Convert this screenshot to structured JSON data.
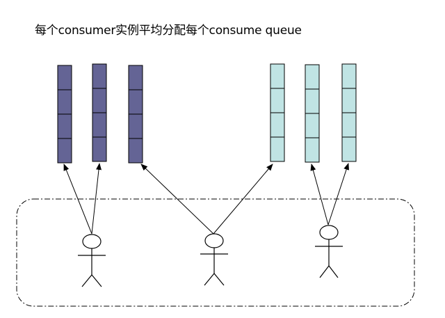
{
  "diagram": {
    "title": "每个consumer实例平均分配每个consume queue",
    "colors": {
      "queue_group_a": "#646495",
      "queue_group_b": "#c0e4e4",
      "stroke": "#000000",
      "background": "#ffffff"
    },
    "queues": [
      {
        "group": "a",
        "cells": 4
      },
      {
        "group": "a",
        "cells": 4
      },
      {
        "group": "a",
        "cells": 4
      },
      {
        "group": "b",
        "cells": 4
      },
      {
        "group": "b",
        "cells": 4
      },
      {
        "group": "b",
        "cells": 4
      }
    ],
    "consumers": [
      {
        "queues": [
          0,
          1
        ]
      },
      {
        "queues": [
          2,
          3
        ]
      },
      {
        "queues": [
          4,
          5
        ]
      }
    ],
    "group_boundary": {
      "style": "dash-dot"
    }
  }
}
